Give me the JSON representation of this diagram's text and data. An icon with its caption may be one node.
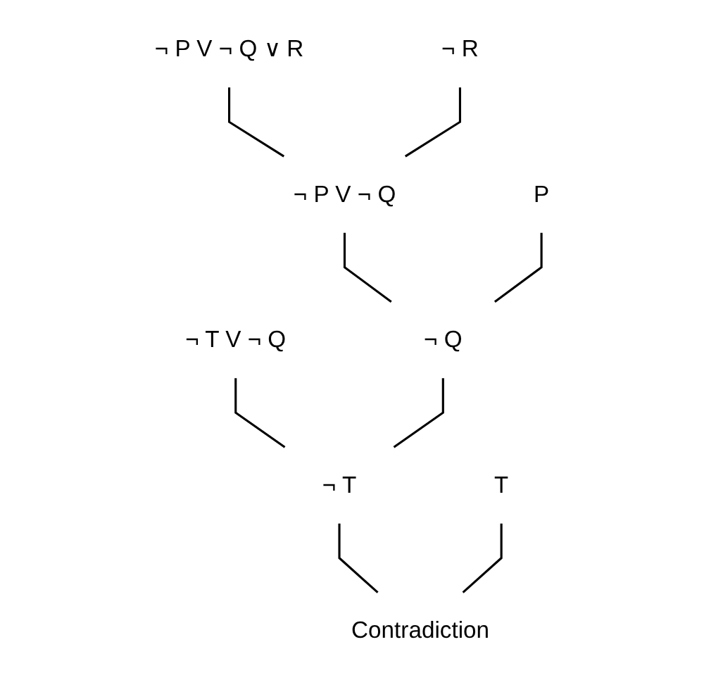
{
  "diagram": {
    "nodes": [
      {
        "text": [
          "¬ P V ¬ Q ∨ R"
        ]
      },
      {
        "text": [
          "¬ R"
        ]
      },
      {
        "text": [
          "¬ P V ¬ Q"
        ]
      },
      {
        "text": [
          "P"
        ]
      },
      {
        "text": [
          "¬ T V ¬ Q"
        ]
      },
      {
        "text": [
          "¬ Q"
        ]
      },
      {
        "text": [
          "¬ T"
        ]
      },
      {
        "text": [
          "T"
        ]
      },
      {
        "text": [
          "Contradiction"
        ]
      }
    ],
    "edges": [
      {
        "from": 0,
        "to": 2,
        "arrow": "none"
      },
      {
        "from": 1,
        "to": 2,
        "arrow": "none"
      },
      {
        "from": 2,
        "to": 5,
        "arrow": "none"
      },
      {
        "from": 3,
        "to": 5,
        "arrow": "none"
      },
      {
        "from": 4,
        "to": 6,
        "arrow": "none"
      },
      {
        "from": 5,
        "to": 6,
        "arrow": "none"
      },
      {
        "from": 6,
        "to": 8,
        "arrow": "none"
      },
      {
        "from": 7,
        "to": 8,
        "arrow": "none"
      }
    ]
  }
}
